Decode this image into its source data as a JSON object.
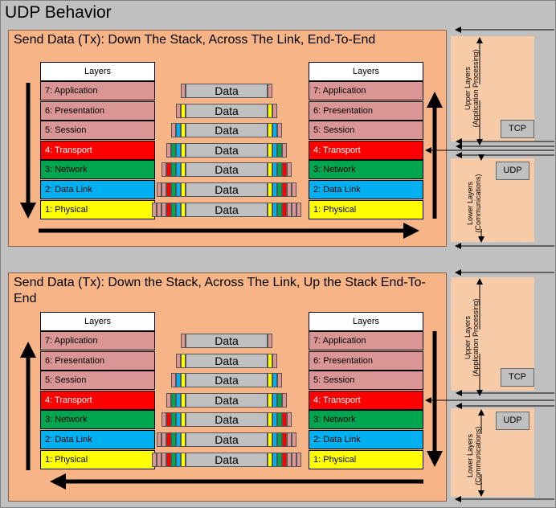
{
  "title": "UDP Behavior",
  "panels": [
    {
      "title": "Send Data (Tx): Down The Stack, Across The Link, End-To-End"
    },
    {
      "title": "Send Data (Tx): Down the Stack, Across The Link, Up the Stack End-To-End"
    }
  ],
  "layers_header": "Layers",
  "layers": [
    {
      "label": "7: Application",
      "color": "#d99694"
    },
    {
      "label": "6: Presentation",
      "color": "#d99694"
    },
    {
      "label": "5: Session",
      "color": "#d99694"
    },
    {
      "label": "4: Transport",
      "color": "#ff0000"
    },
    {
      "label": "3: Network",
      "color": "#00a550"
    },
    {
      "label": "2: Data Link",
      "color": "#00b0f0"
    },
    {
      "label": "1: Physical",
      "color": "#ffff00"
    }
  ],
  "data_label": "Data",
  "side": {
    "upper_label": "Upper Layers (Application Processing)",
    "lower_label": "Lower Layers (Communications)",
    "tcp": "TCP",
    "udp": "UDP"
  }
}
